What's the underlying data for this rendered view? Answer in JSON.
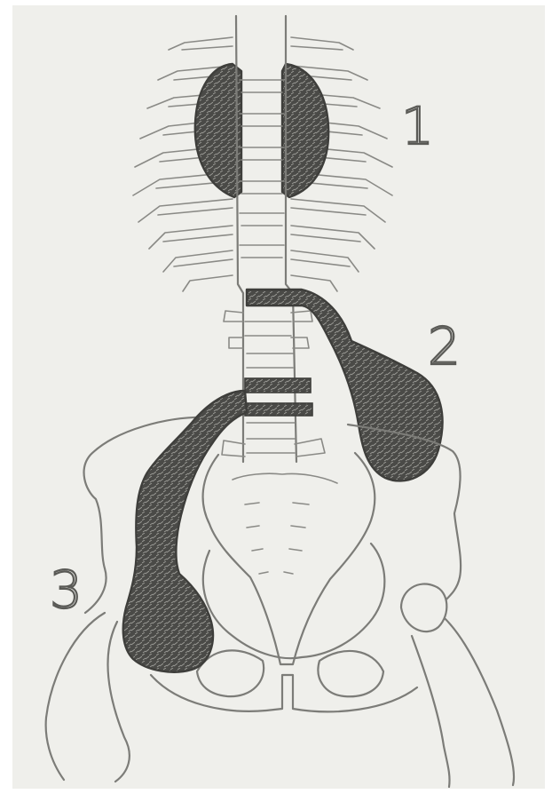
{
  "figure": {
    "labels": [
      {
        "id": "label-1",
        "text": "1"
      },
      {
        "id": "label-2",
        "text": "2"
      },
      {
        "id": "label-3",
        "text": "3"
      }
    ]
  }
}
